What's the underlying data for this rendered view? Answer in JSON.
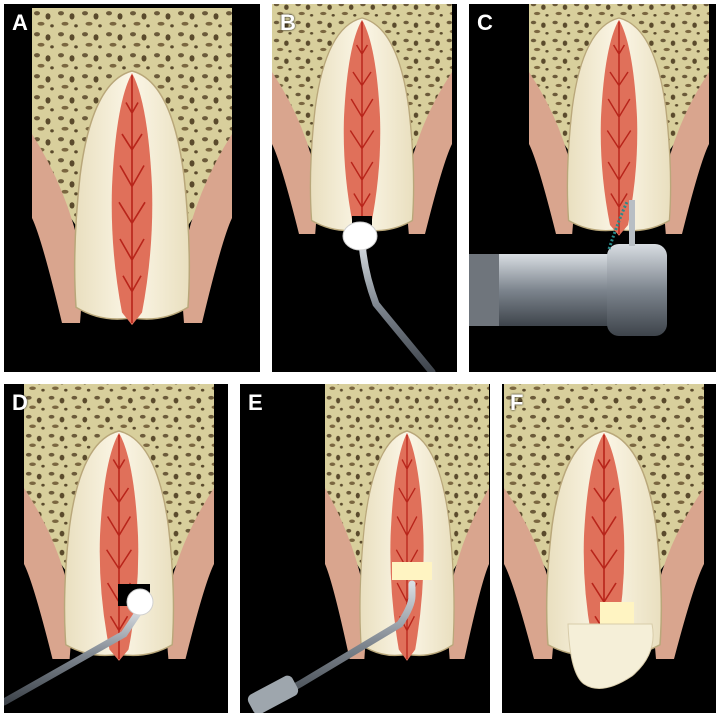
{
  "panels": [
    {
      "label": "A"
    },
    {
      "label": "B"
    },
    {
      "label": "C"
    },
    {
      "label": "D"
    },
    {
      "label": "E"
    },
    {
      "label": "F"
    }
  ],
  "colors": {
    "background": "#000000",
    "bone": "#d8cf9c",
    "gum": "#d9a58e",
    "enamel": "#f3ecd6",
    "pulp": "#e0705a",
    "vessel": "#b8241a",
    "instrument": "#8f969e",
    "cotton": "#ffffff",
    "filling": "#fff4c2",
    "crown": "#f5efd8"
  }
}
